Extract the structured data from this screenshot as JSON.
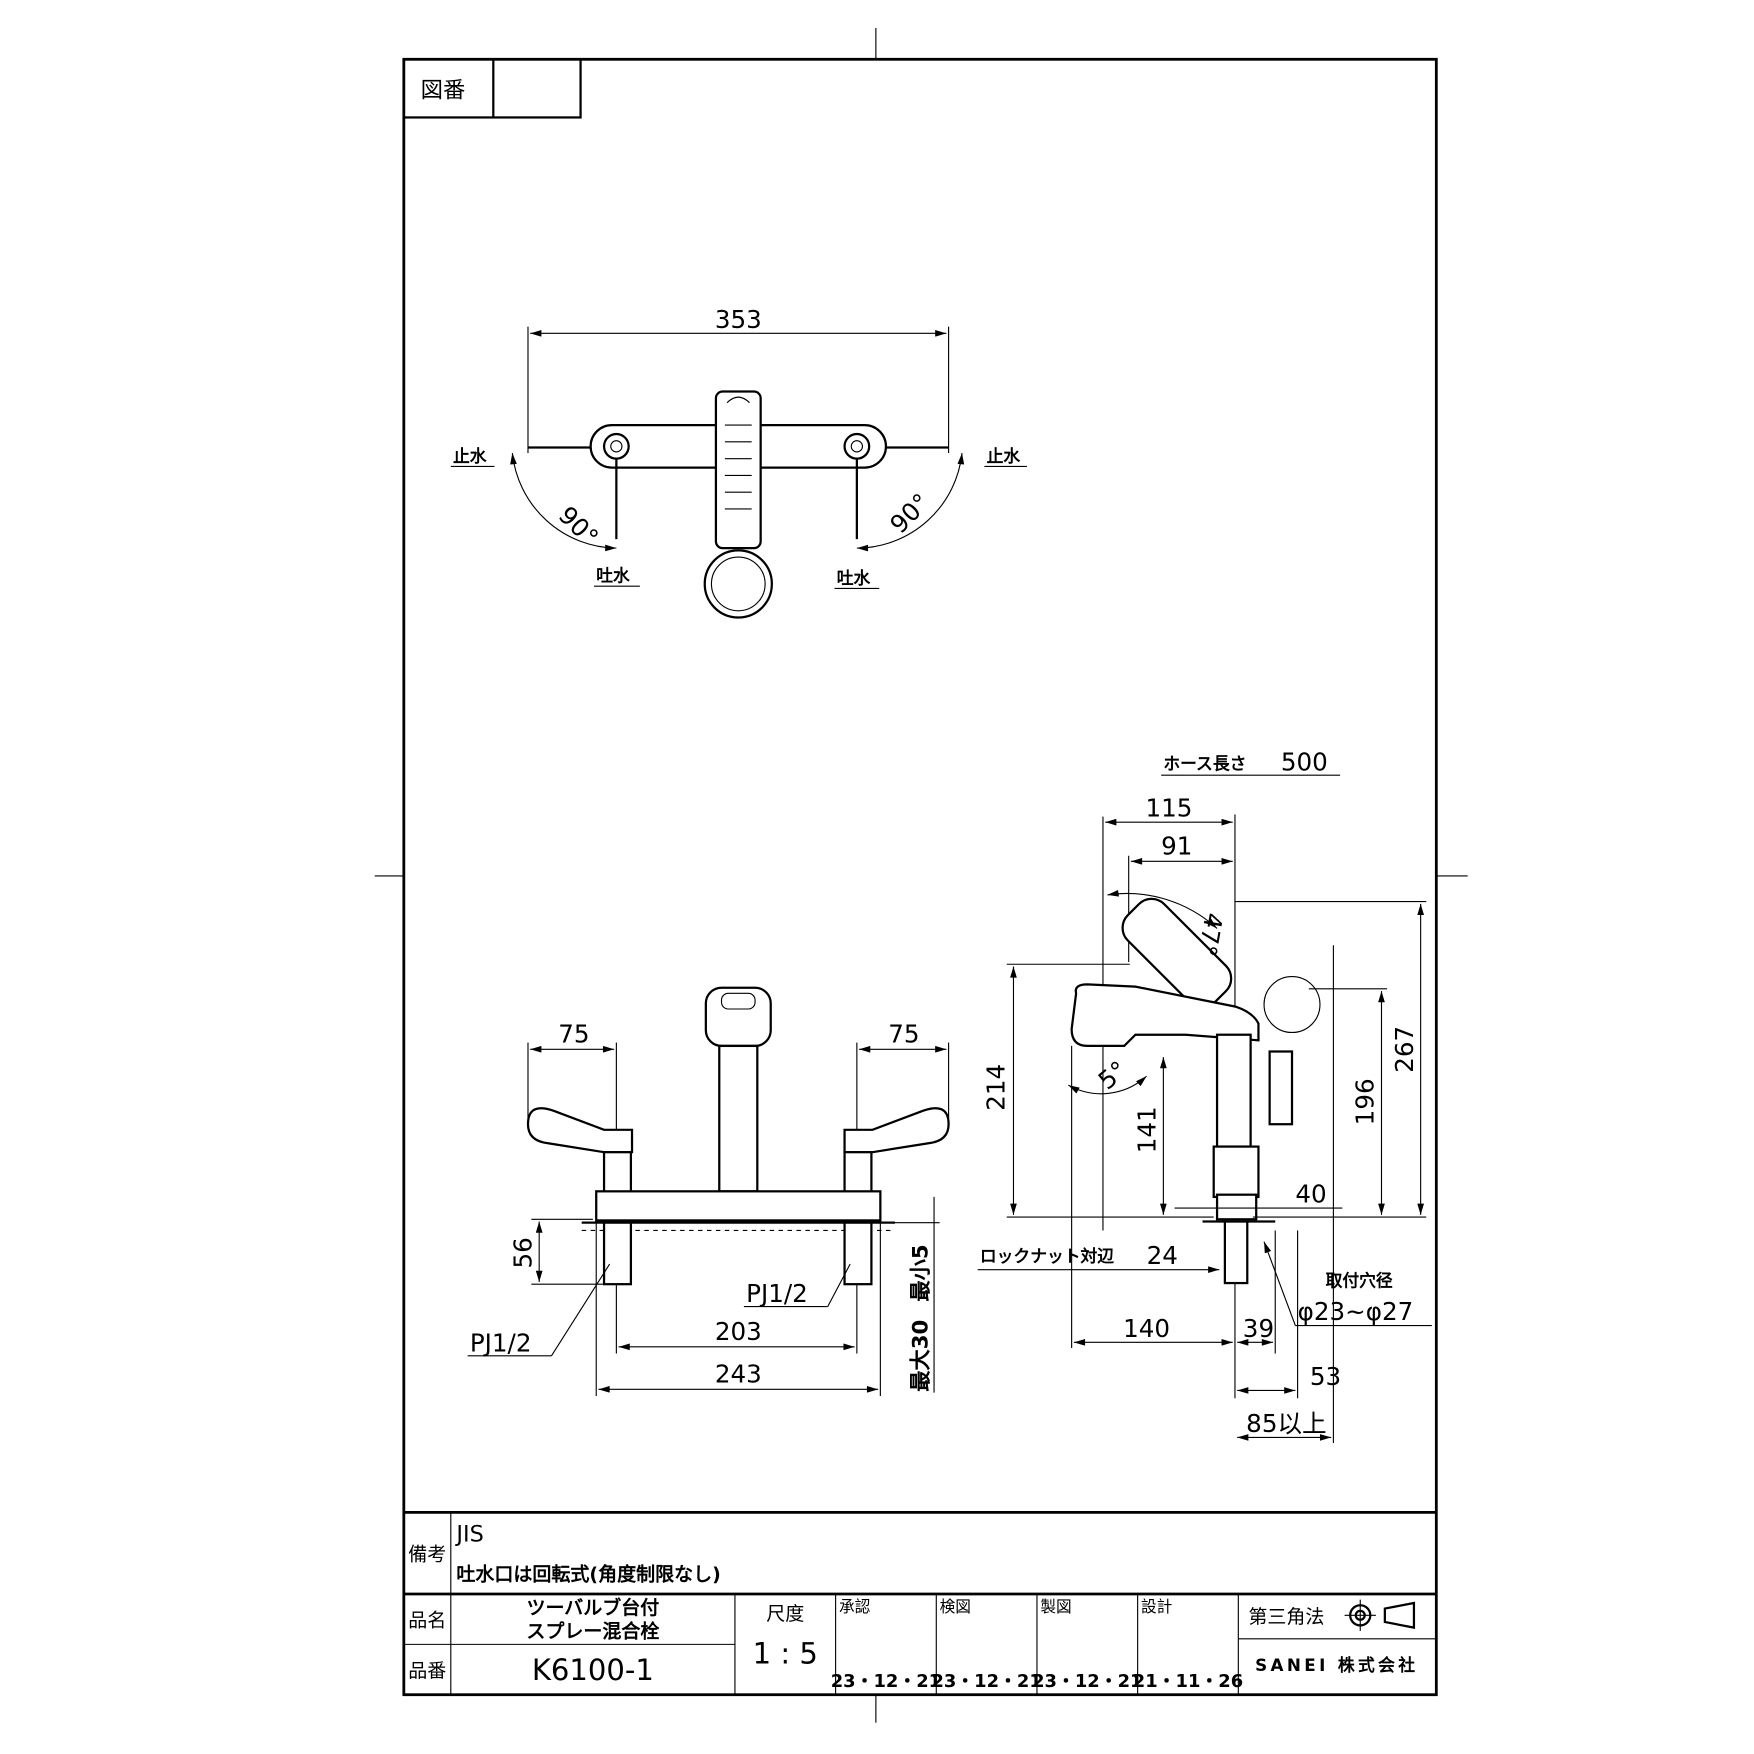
{
  "drawing_number": {
    "label": "図番",
    "value": ""
  },
  "top_view": {
    "width_dim": "353",
    "stop_left": "止水",
    "stop_right": "止水",
    "spout_left": "吐水",
    "spout_right": "吐水",
    "angle_left": "90°",
    "angle_right": "90°"
  },
  "front_view": {
    "handle_left_dim": "75",
    "handle_right_dim": "75",
    "base_height_dim": "56",
    "min_thickness": "最小5",
    "max_thickness": "最大30",
    "pipe_left": "PJ1/2",
    "pipe_right": "PJ1/2",
    "inner_span_dim": "203",
    "outer_span_dim": "243"
  },
  "side_view": {
    "hose_length_label": "ホース長さ",
    "hose_length_value": "500",
    "dim_115": "115",
    "dim_91": "91",
    "angle_47": "47°",
    "dim_214": "214",
    "angle_5": "5°",
    "dim_141": "141",
    "dim_196": "196",
    "dim_267": "267",
    "dim_40": "40",
    "locknut_label": "ロックナット対辺",
    "locknut_value": "24",
    "hole_label": "取付穴径",
    "hole_value": "φ23~φ27",
    "dim_140": "140",
    "dim_39": "39",
    "dim_53": "53",
    "dim_85": "85以上"
  },
  "title_block": {
    "remarks_label": "備考",
    "remarks_line1": "JIS",
    "remarks_line2": "吐水口は回転式(角度制限なし)",
    "name_label": "品名",
    "name_line1": "ツーバルブ台付",
    "name_line2": "スプレー混合栓",
    "number_label": "品番",
    "number_value": "K6100-1",
    "scale_label": "尺度",
    "scale_value": "1 : 5",
    "approved_label": "承認",
    "approved_date": "23・12・21",
    "checked_label": "検図",
    "checked_date": "23・12・21",
    "drawn_label": "製図",
    "drawn_date": "23・12・21",
    "designed_label": "設計",
    "designed_date": "21・11・26",
    "projection_label": "第三角法",
    "company": "SANEI 株式会社"
  }
}
